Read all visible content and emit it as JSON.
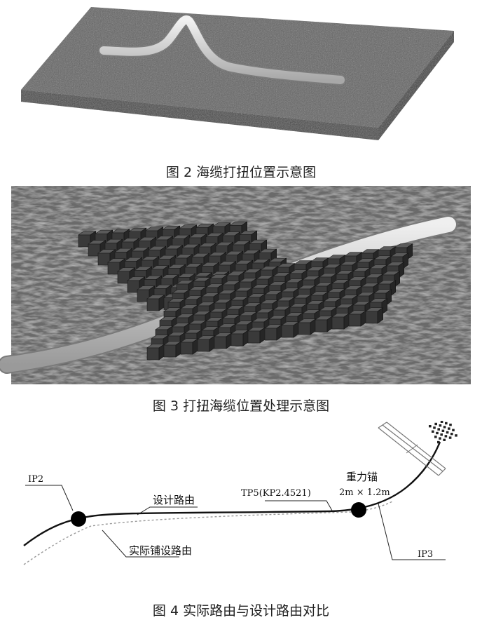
{
  "figures": [
    {
      "caption": "图 2 海缆打扭位置示意图"
    },
    {
      "caption": "图 3 打扭海缆位置处理示意图"
    },
    {
      "caption": "图 4 实际路由与设计路由对比",
      "labels": {
        "ip2": "IP2",
        "design_route": "设计路由",
        "tp5": "TP5(KP2.4521)",
        "anchor": "重力锚",
        "anchor_size": "2m × 1.2m",
        "ip3": "IP3",
        "actual_route": "实际铺设路由"
      }
    }
  ],
  "colors": {
    "seabed": "#5a5a5a",
    "cable": "#d8d8d8",
    "block": "#3a3a3a"
  }
}
